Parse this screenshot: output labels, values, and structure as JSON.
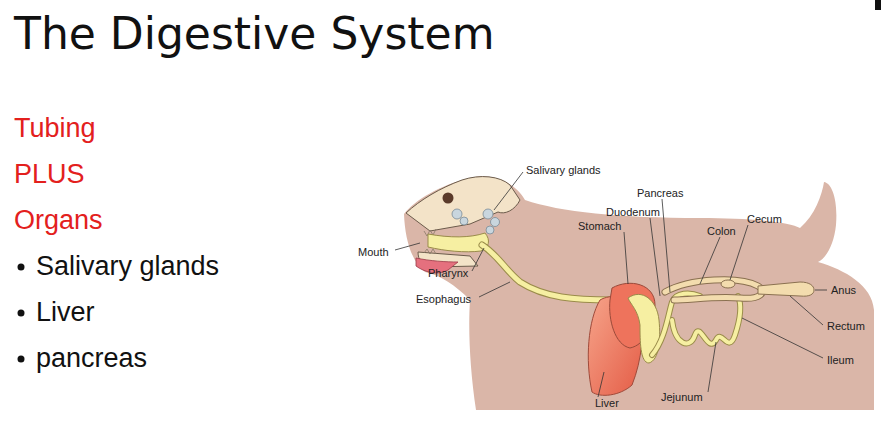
{
  "diagram": {
    "title": "The Digestive System",
    "labels": [
      "Tubing",
      "PLUS",
      "Organs",
      "Salivary glands",
      "Liver",
      "pancreas",
      "Salivary glands",
      "Pancreas",
      "Duodenum",
      "Stomach",
      "Colon",
      "Cecum",
      "Mouth",
      "Pharynx",
      "Esophagus",
      "Anus",
      "Rectum",
      "Ileum",
      "Jejunum",
      "Liver"
    ]
  }
}
